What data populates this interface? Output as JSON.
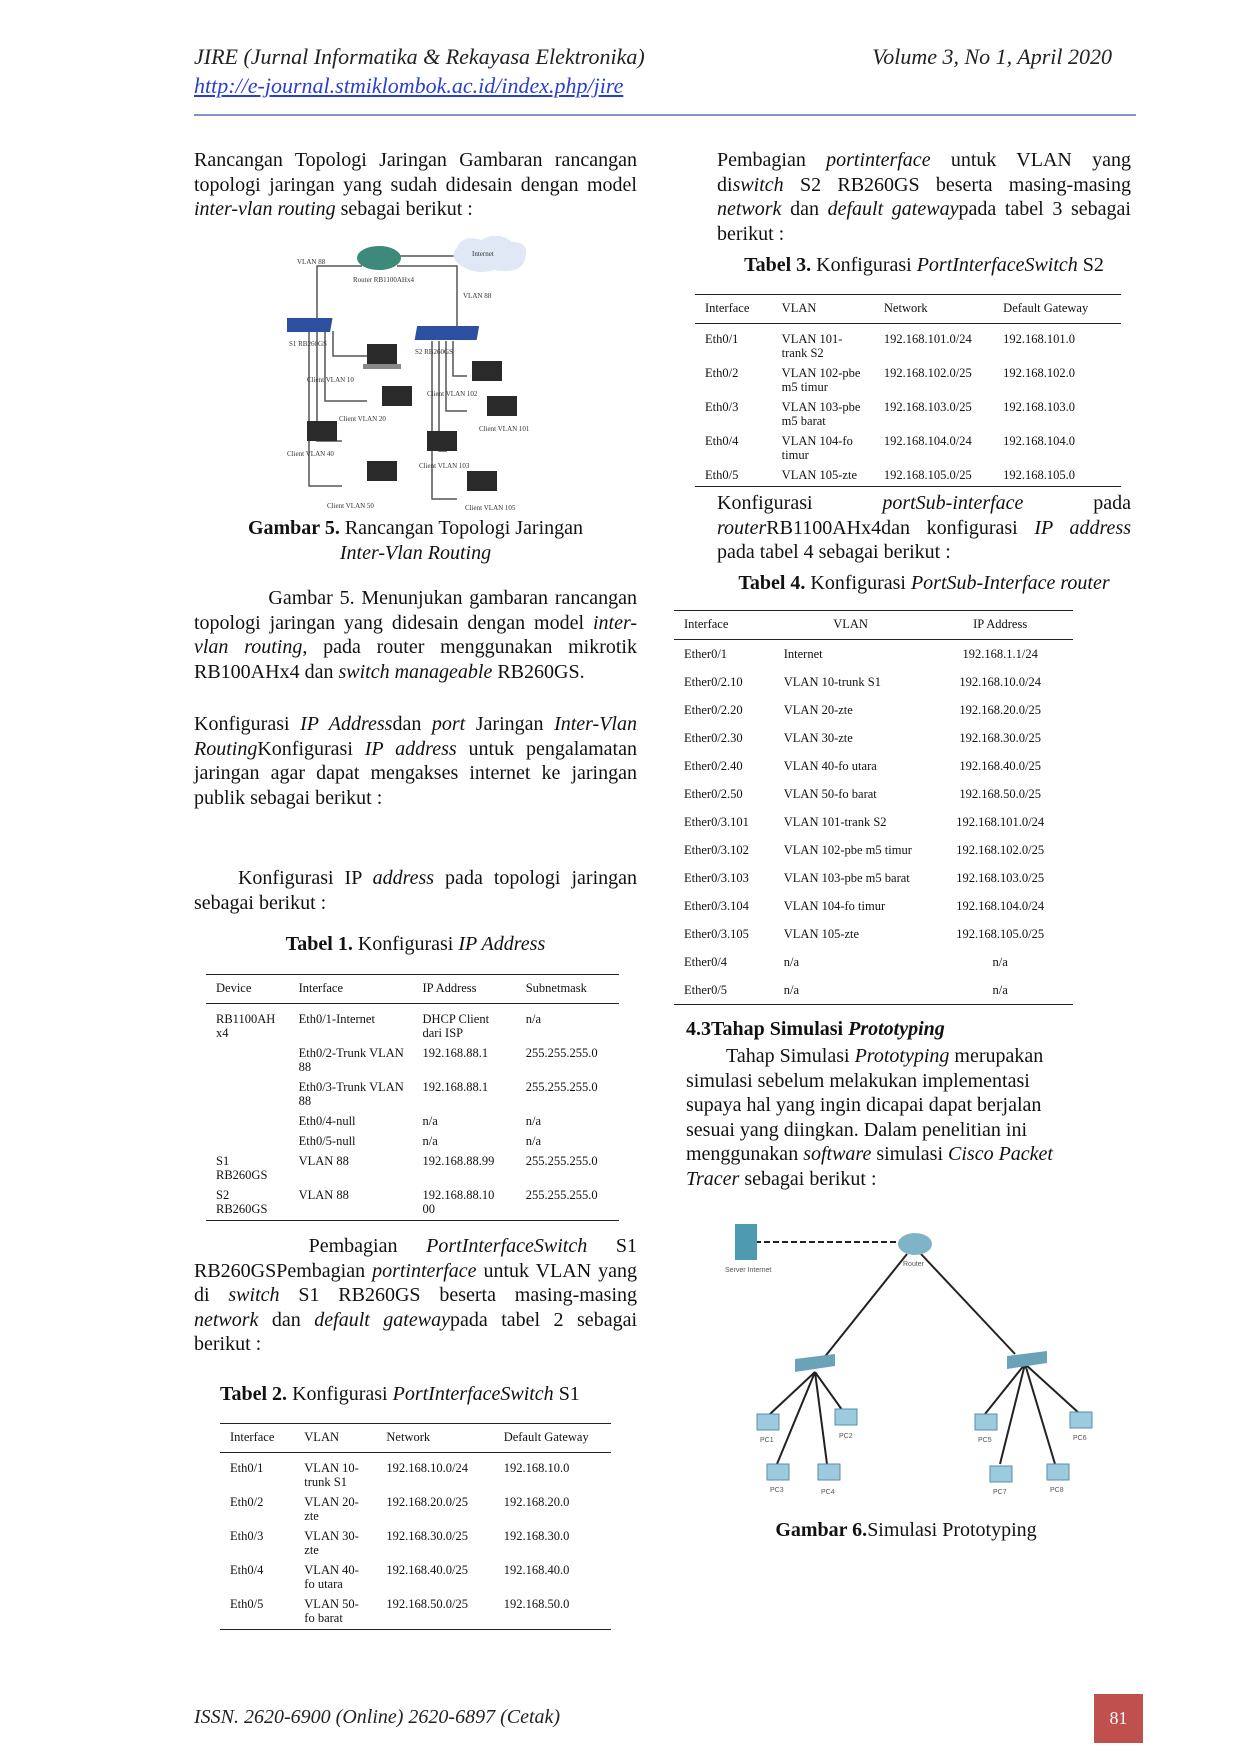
{
  "header": {
    "journal": "JIRE (Jurnal Informatika & Rekayasa Elektronika)",
    "volume": "Volume 3, No 1, April 2020",
    "url": "http://e-journal.stmiklombok.ac.id/index.php/jire"
  },
  "left": {
    "p1": [
      {
        "t": "Rancangan Topologi Jaringan Gambaran rancangan topologi jaringan yang sudah didesain dengan model "
      },
      {
        "t": "inter-vlan routing",
        "i": true
      },
      {
        "t": " sebagai berikut :"
      }
    ],
    "fig5": {
      "labels": {
        "internet": "Internet",
        "router": "Router RB1100AHx4",
        "vlan_left": "VLAN 88",
        "vlan_right": "VLAN 88",
        "s1": "S1 RB260GS",
        "s2": "S2 RB260GS"
      },
      "clients_left": [
        "Client VLAN 10",
        "Client VLAN 20",
        "Client VLAN 40",
        "Client VLAN 50"
      ],
      "clients_right": [
        "Client VLAN 102",
        "Client VLAN 101",
        "Client VLAN 103",
        "Client VLAN 105"
      ],
      "caption_bold": "Gambar 5.",
      "caption": " Rancangan Topologi Jaringan",
      "caption_line2": "Inter-Vlan Routing"
    },
    "p2": [
      {
        "t": "           Gambar 5. Menunjukan gambaran rancangan topologi jaringan yang didesain dengan model "
      },
      {
        "t": "inter-vlan routing",
        "i": true
      },
      {
        "t": ", pada router menggunakan mikrotik RB100AHx4 dan "
      },
      {
        "t": "switch manageable",
        "i": true
      },
      {
        "t": " RB260GS."
      }
    ],
    "p2b": [
      {
        "t": "Konfigurasi "
      },
      {
        "t": "IP Address",
        "i": true
      },
      {
        "t": "dan "
      },
      {
        "t": "port",
        "i": true
      },
      {
        "t": " Jaringan "
      },
      {
        "t": "Inter-Vlan Routing",
        "i": true
      },
      {
        "t": "Konfigurasi "
      },
      {
        "t": "IP address",
        "i": true
      },
      {
        "t": " untuk pengalamatan jaringan agar dapat mengakses internet ke jaringan publik sebagai berikut :"
      }
    ],
    "p3": [
      {
        "t": "    Konfigurasi IP "
      },
      {
        "t": "address",
        "i": true
      },
      {
        "t": " pada topologi jaringan sebagai berikut  :"
      }
    ],
    "table1": {
      "title_bold": "Tabel 1.",
      "title": " Konfigurasi ",
      "title_italic": "IP Address",
      "headers": [
        "Device",
        "Interface",
        "IP Address",
        "Subnetmask"
      ],
      "rows": [
        [
          "RB1100AH x4",
          "Eth0/1-Internet",
          "DHCP Client dari ISP",
          "n/a"
        ],
        [
          "",
          "Eth0/2-Trunk VLAN 88",
          "192.168.88.1",
          "255.255.255.0"
        ],
        [
          "",
          "Eth0/3-Trunk VLAN 88",
          "192.168.88.1",
          "255.255.255.0"
        ],
        [
          "",
          "Eth0/4-null",
          "n/a",
          "n/a"
        ],
        [
          "",
          "Eth0/5-null",
          "n/a",
          "n/a"
        ],
        [
          "S1 RB260GS",
          "VLAN 88",
          "192.168.88.99",
          "255.255.255.0"
        ],
        [
          "S2 RB260GS",
          "VLAN 88",
          "192.168.88.10 00",
          "255.255.255.0"
        ]
      ]
    },
    "p4": [
      {
        "t": "    Pembagian "
      },
      {
        "t": "PortInterfaceSwitch",
        "i": true
      },
      {
        "t": " S1 RB260GSPembagian "
      },
      {
        "t": "portinterface",
        "i": true
      },
      {
        "t": " untuk VLAN yang di "
      },
      {
        "t": "switch",
        "i": true
      },
      {
        "t": " S1 RB260GS beserta masing-masing "
      },
      {
        "t": "network",
        "i": true
      },
      {
        "t": " dan "
      },
      {
        "t": "default gateway",
        "i": true
      },
      {
        "t": "pada tabel 2 sebagai berikut :"
      }
    ],
    "table2": {
      "title_bold": "Tabel 2.",
      "title": " Konfigurasi ",
      "title_italic": "PortInterfaceSwitch",
      "title_end": " S1",
      "headers": [
        "Interface",
        "VLAN",
        "Network",
        "Default Gateway"
      ],
      "rows": [
        [
          "Eth0/1",
          "VLAN 10-trunk S1",
          "192.168.10.0/24",
          "192.168.10.0"
        ],
        [
          "Eth0/2",
          "VLAN 20-zte",
          "192.168.20.0/25",
          "192.168.20.0"
        ],
        [
          "Eth0/3",
          "VLAN 30-zte",
          "192.168.30.0/25",
          "192.168.30.0"
        ],
        [
          "Eth0/4",
          "VLAN 40-fo utara",
          "192.168.40.0/25",
          "192.168.40.0"
        ],
        [
          "Eth0/5",
          "VLAN 50-fo barat",
          "192.168.50.0/25",
          "192.168.50.0"
        ]
      ]
    }
  },
  "right": {
    "p1": [
      {
        "t": "Pembagian "
      },
      {
        "t": "portinterface",
        "i": true
      },
      {
        "t": " untuk VLAN yang di"
      },
      {
        "t": "switch",
        "i": true
      },
      {
        "t": " S2 RB260GS beserta masing-masing "
      },
      {
        "t": "network",
        "i": true
      },
      {
        "t": " dan "
      },
      {
        "t": "default gateway",
        "i": true
      },
      {
        "t": "pada tabel 3 sebagai berikut :"
      }
    ],
    "table3": {
      "title_bold": "Tabel 3.",
      "title": " Konfigurasi ",
      "title_italic": "PortInterfaceSwitch",
      "title_end": " S2",
      "headers": [
        "Interface",
        "VLAN",
        "Network",
        "Default Gateway"
      ],
      "rows": [
        [
          "Eth0/1",
          "VLAN 101-trank S2",
          "192.168.101.0/24",
          "192.168.101.0"
        ],
        [
          "Eth0/2",
          "VLAN 102-pbe m5 timur",
          "192.168.102.0/25",
          "192.168.102.0"
        ],
        [
          "Eth0/3",
          "VLAN 103-pbe m5 barat",
          "192.168.103.0/25",
          "192.168.103.0"
        ],
        [
          "Eth0/4",
          "VLAN 104-fo timur",
          "192.168.104.0/24",
          "192.168.104.0"
        ],
        [
          "Eth0/5",
          "VLAN 105-zte",
          "192.168.105.0/25",
          "192.168.105.0"
        ]
      ]
    },
    "p2": [
      {
        "t": "Konfigurasi "
      },
      {
        "t": "portSub-interface",
        "i": true
      },
      {
        "t": " pada "
      },
      {
        "t": "router",
        "i": true
      },
      {
        "t": "RB1100AHx4dan konfigurasi "
      },
      {
        "t": "IP address",
        "i": true
      },
      {
        "t": " pada tabel 4 sebagai berikut :"
      }
    ],
    "table4": {
      "title_bold": "Tabel 4.",
      "title": " Konfigurasi ",
      "title_italic": "PortSub-Interface router",
      "headers": [
        "Interface",
        "VLAN",
        "IP Address"
      ],
      "rows": [
        [
          "Ether0/1",
          "Internet",
          "192.168.1.1/24"
        ],
        [
          "Ether0/2.10",
          "VLAN 10-trunk S1",
          "192.168.10.0/24"
        ],
        [
          "Ether0/2.20",
          "VLAN 20-zte",
          "192.168.20.0/25"
        ],
        [
          "Ether0/2.30",
          "VLAN 30-zte",
          "192.168.30.0/25"
        ],
        [
          "Ether0/2.40",
          "VLAN 40-fo utara",
          "192.168.40.0/25"
        ],
        [
          "Ether0/2.50",
          "VLAN 50-fo barat",
          "192.168.50.0/25"
        ],
        [
          "Ether0/3.101",
          "VLAN 101-trank S2",
          "192.168.101.0/24"
        ],
        [
          "Ether0/3.102",
          "VLAN 102-pbe m5 timur",
          "192.168.102.0/25"
        ],
        [
          "Ether0/3.103",
          "VLAN 103-pbe m5 barat",
          "192.168.103.0/25"
        ],
        [
          "Ether0/3.104",
          "VLAN 104-fo timur",
          "192.168.104.0/24"
        ],
        [
          "Ether0/3.105",
          "VLAN 105-zte",
          "192.168.105.0/25"
        ],
        [
          "Ether0/4",
          "n/a",
          "n/a"
        ],
        [
          "Ether0/5",
          "n/a",
          "n/a"
        ]
      ]
    },
    "section": {
      "number": "4.3",
      "title": "Tahap Simulasi ",
      "title_italic": "Prototyping"
    },
    "p3": [
      {
        "t": "        Tahap Simulasi "
      },
      {
        "t": "Prototyping",
        "i": true
      },
      {
        "t": " merupakan simulasi sebelum melakukan implementasi supaya hal yang ingin dicapai dapat berjalan sesuai yang diingkan. Dalam penelitian ini menggunakan "
      },
      {
        "t": "software",
        "i": true
      },
      {
        "t": " simulasi "
      },
      {
        "t": "Cisco Packet Tracer",
        "i": true
      },
      {
        "t": " sebagai berikut :"
      }
    ],
    "fig6": {
      "server": "Server Internet",
      "router": "Router",
      "pcs": [
        "PC1",
        "PC2",
        "PC3",
        "PC4",
        "PC5",
        "PC6",
        "PC7",
        "PC8"
      ],
      "caption_bold": "Gambar 6.",
      "caption": "Simulasi Prototyping"
    }
  },
  "footer": {
    "issn": "ISSN. 2620-6900 (Online) 2620-6897 (Cetak)",
    "page": "81"
  },
  "colors": {
    "rule": "#7f95c9",
    "link": "#2a3fd0",
    "page_box": "#c0504d",
    "pt_link": "#7ac143"
  }
}
